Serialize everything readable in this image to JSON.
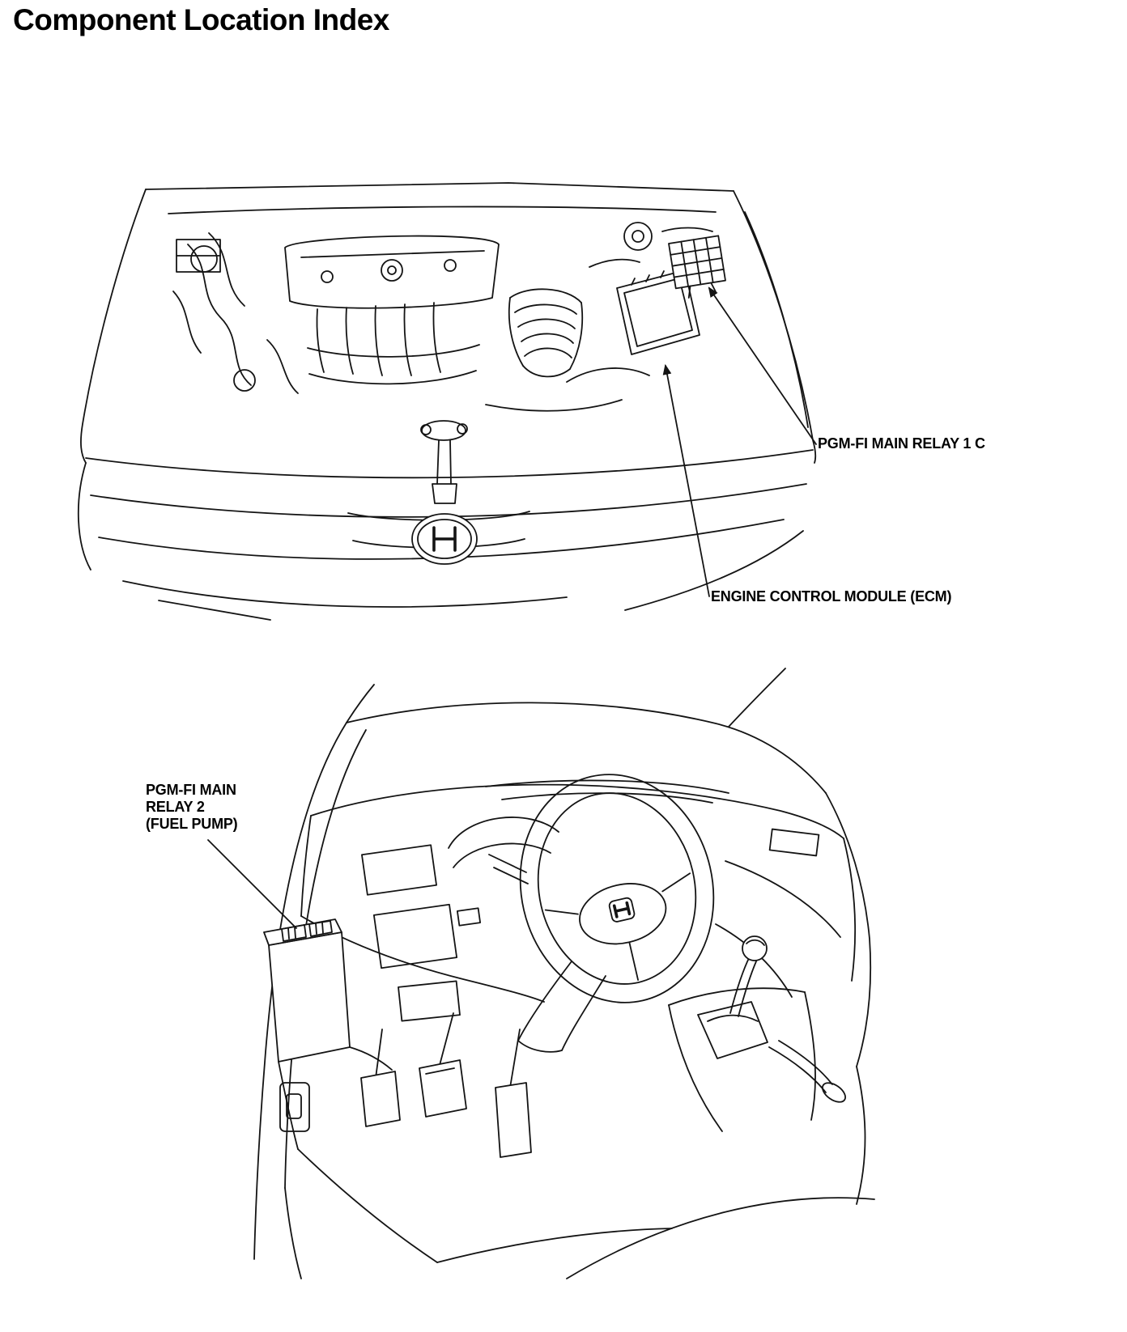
{
  "page": {
    "title": "Component Location Index"
  },
  "engine_bay_diagram": {
    "labels": {
      "pgm_fi_main_relay_1": "PGM-FI MAIN RELAY 1 C",
      "engine_control_module": "ENGINE CONTROL MODULE (ECM)"
    }
  },
  "interior_diagram": {
    "labels": {
      "pgm_fi_main_relay_2": {
        "line1": "PGM-FI MAIN",
        "line2": "RELAY 2",
        "line3": "(FUEL PUMP)"
      }
    }
  }
}
